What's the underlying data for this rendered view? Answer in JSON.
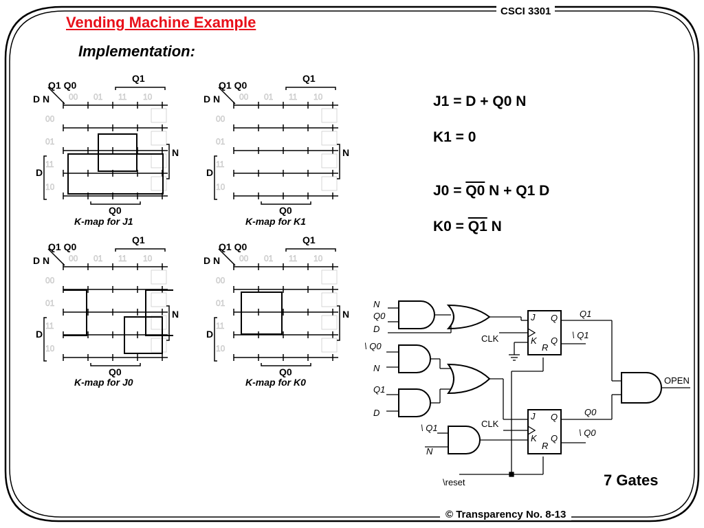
{
  "header": {
    "course": "CSCI 3301",
    "title": "Vending Machine Example",
    "subtitle": "Implementation:"
  },
  "equations": {
    "j1": "J1 = D  +  Q0 N",
    "k1": "K1 = 0",
    "j0_prefix": "J0 = ",
    "j0_bar": "Q0",
    "j0_suffix": " N  +  Q1 D",
    "k0_prefix": "K0 = ",
    "k0_bar": "Q1",
    "k0_suffix": " N"
  },
  "kmap_labels": {
    "q1q0": "Q1 Q0",
    "dn": "D N",
    "q1": "Q1",
    "q0": "Q0",
    "n": "N",
    "d": "D",
    "col_codes": [
      "00",
      "01",
      "11",
      "10"
    ],
    "row_codes": [
      "00",
      "01",
      "11",
      "10"
    ]
  },
  "kmaps": [
    {
      "caption": "K-map for J1"
    },
    {
      "caption": "K-map for K1"
    },
    {
      "caption": "K-map for J0"
    },
    {
      "caption": "K-map for K0"
    }
  ],
  "circuit": {
    "inputs": {
      "n": "N",
      "q0": "Q0",
      "d": "D",
      "q0n": "\\ Q0",
      "nn": "N",
      "q1": "Q1",
      "d2": "D",
      "q1n": "\\ Q1",
      "n3": "N"
    },
    "ff_labels": {
      "j": "J",
      "k": "K",
      "q": "Q",
      "r": "R",
      "clk": "CLK"
    },
    "outputs": {
      "q1": "Q1",
      "q1n": "\\ Q1",
      "q0": "Q0",
      "q0n": "\\ Q0",
      "open": "OPEN"
    },
    "reset": "\\reset"
  },
  "footer": {
    "gates": "7 Gates",
    "transparency": "© Transparency No. 8-13"
  }
}
